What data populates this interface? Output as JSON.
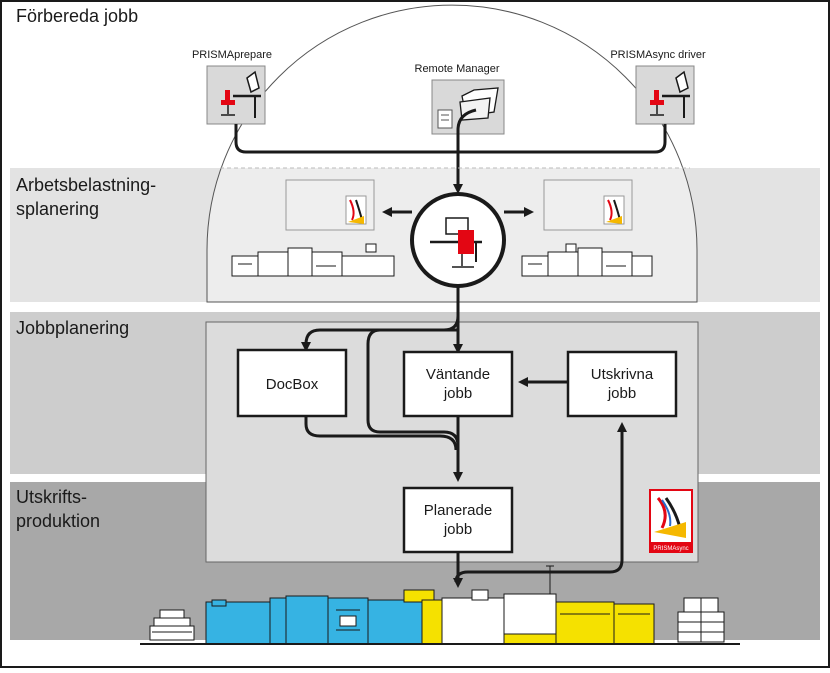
{
  "sections": {
    "prepare": "Förbereda jobb",
    "workload_line1": "Arbetsbelastning-",
    "workload_line2": "splanering",
    "jobplanning": "Jobbplanering",
    "production_line1": "Utskrifts-",
    "production_line2": "produktion"
  },
  "sources": {
    "prismaprepare": "PRISMAprepare",
    "remote_manager": "Remote Manager",
    "prismasync_driver": "PRISMAsync driver"
  },
  "boxes": {
    "docbox": "DocBox",
    "waiting_line1": "Väntande",
    "waiting_line2": "jobb",
    "printed_line1": "Utskrivna",
    "printed_line2": "jobb",
    "scheduled_line1": "Planerade",
    "scheduled_line2": "jobb"
  },
  "logo_text": "PRISMAsync",
  "colors": {
    "band_workload": "#e3e3e3",
    "band_jobplanning": "#cdcdcd",
    "band_production": "#a8a8a8",
    "printer_blue": "#36b3e3",
    "printer_yellow": "#f5e100",
    "accent_red": "#e30613"
  }
}
